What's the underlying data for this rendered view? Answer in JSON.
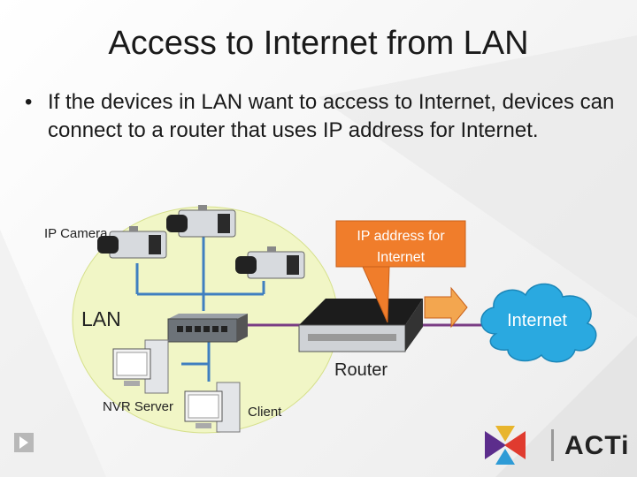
{
  "slide": {
    "title": "Access to Internet from LAN",
    "bullet": "If the devices in LAN want to access to Internet, devices can connect to a router that uses IP address for Internet."
  },
  "diagram": {
    "ip_camera_label": "IP Camera",
    "lan_label": "LAN",
    "router_label": "Router",
    "nvr_label": "NVR Server",
    "client_label": "Client",
    "callout_text": "IP address for Internet",
    "internet_label": "Internet"
  },
  "logo": {
    "text": "ACTi"
  },
  "colors": {
    "lan_fill": "#f1f6c6",
    "callout": "#f07d2b",
    "cloud": "#2aa9e0",
    "link": "#7a3d84",
    "lan_wire": "#3f7fc0"
  }
}
